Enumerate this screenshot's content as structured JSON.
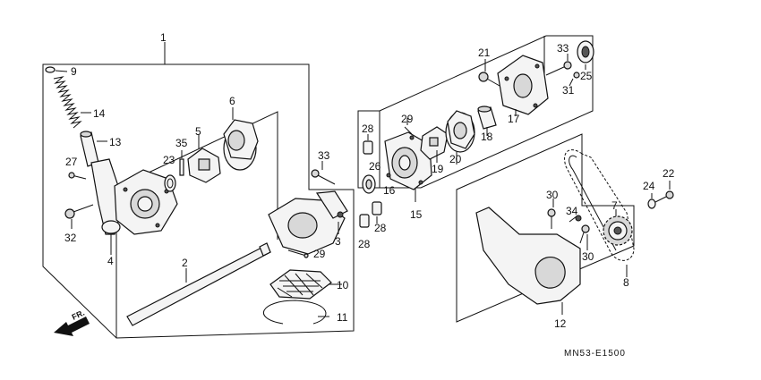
{
  "diagram": {
    "callouts": [
      {
        "id": "c1",
        "text": "1"
      },
      {
        "id": "c9",
        "text": "9"
      },
      {
        "id": "c14",
        "text": "14"
      },
      {
        "id": "c13",
        "text": "13"
      },
      {
        "id": "c27",
        "text": "27"
      },
      {
        "id": "c32",
        "text": "32"
      },
      {
        "id": "c4",
        "text": "4"
      },
      {
        "id": "c23",
        "text": "23"
      },
      {
        "id": "c35",
        "text": "35"
      },
      {
        "id": "c5",
        "text": "5"
      },
      {
        "id": "c6",
        "text": "6"
      },
      {
        "id": "c2",
        "text": "2"
      },
      {
        "id": "c33a",
        "text": "33"
      },
      {
        "id": "c3",
        "text": "3"
      },
      {
        "id": "c29a",
        "text": "29"
      },
      {
        "id": "c10",
        "text": "10"
      },
      {
        "id": "c11",
        "text": "11"
      },
      {
        "id": "c28a",
        "text": "28"
      },
      {
        "id": "c26",
        "text": "26"
      },
      {
        "id": "c16",
        "text": "16"
      },
      {
        "id": "c15",
        "text": "15"
      },
      {
        "id": "c28b",
        "text": "28"
      },
      {
        "id": "c28c",
        "text": "28"
      },
      {
        "id": "c29b",
        "text": "29"
      },
      {
        "id": "c19",
        "text": "19"
      },
      {
        "id": "c20",
        "text": "20"
      },
      {
        "id": "c18",
        "text": "18"
      },
      {
        "id": "c21",
        "text": "21"
      },
      {
        "id": "c17",
        "text": "17"
      },
      {
        "id": "c33b",
        "text": "33"
      },
      {
        "id": "c25",
        "text": "25"
      },
      {
        "id": "c31",
        "text": "31"
      },
      {
        "id": "c30a",
        "text": "30"
      },
      {
        "id": "c34",
        "text": "34"
      },
      {
        "id": "c30b",
        "text": "30"
      },
      {
        "id": "c7",
        "text": "7"
      },
      {
        "id": "c24",
        "text": "24"
      },
      {
        "id": "c22",
        "text": "22"
      },
      {
        "id": "c8",
        "text": "8"
      },
      {
        "id": "c12",
        "text": "12"
      }
    ],
    "direction_label": "FR.",
    "diagram_code": "MN53-E1500"
  }
}
